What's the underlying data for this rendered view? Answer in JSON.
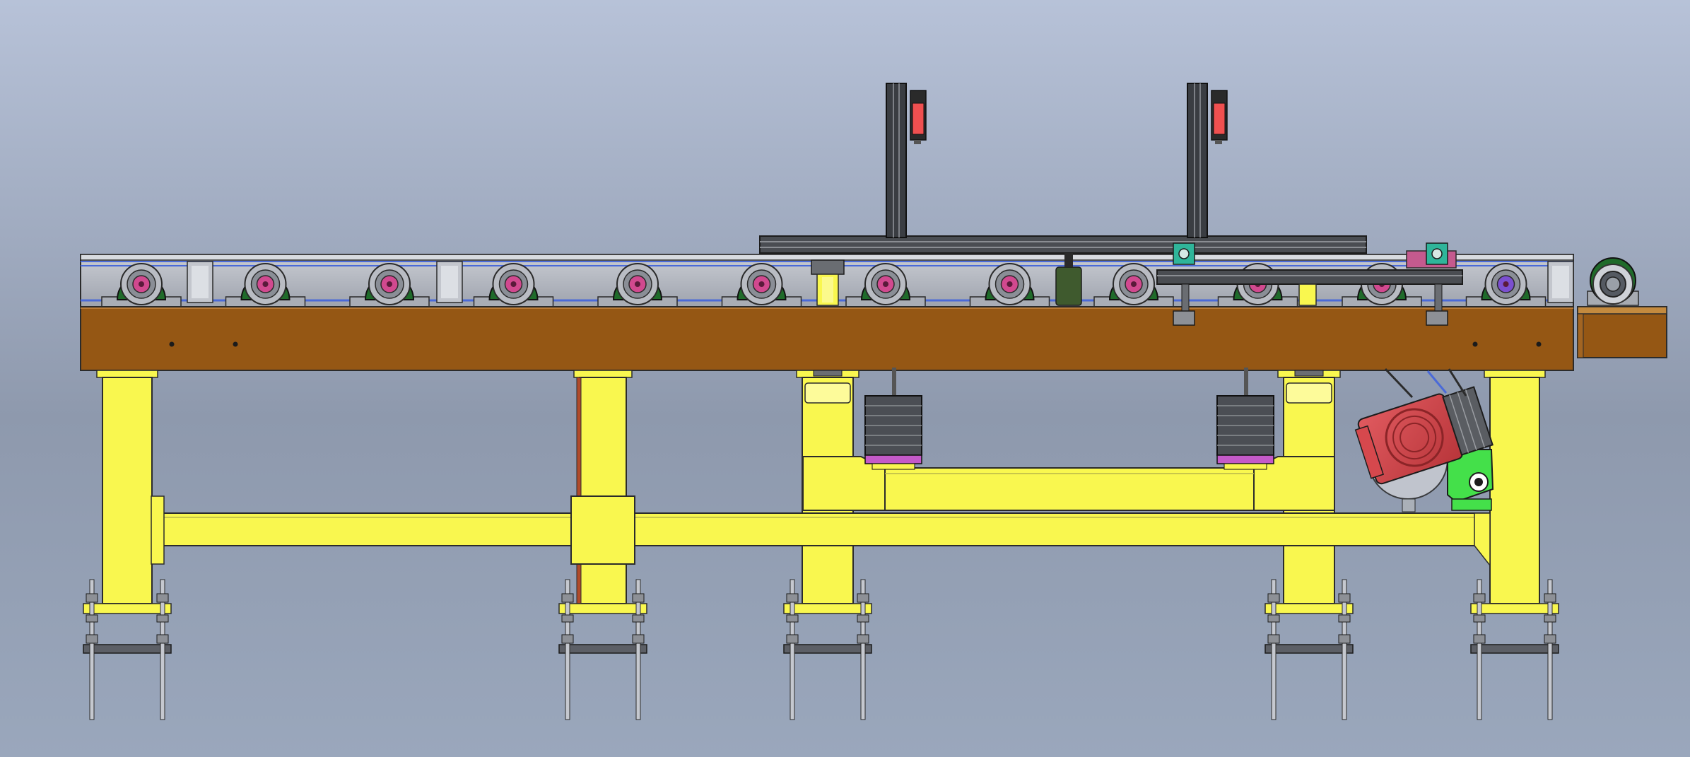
{
  "scene": {
    "kind": "cad-side-view",
    "subject": "roller conveyor",
    "roller_count": 12,
    "leg_assemblies": 5,
    "motor_count": 3,
    "sensor_count": 2,
    "colors": {
      "background_top": "#b7c2d8",
      "background_bottom": "#9aa7bc",
      "frame_beam": "#955714",
      "support_structure": "#f9f74f",
      "roller_hub": "#d1498f",
      "roller_ring": "#1f6b2a",
      "motor_body": "#d6484d",
      "sensor": "#f05050",
      "profile_dark": "#3a3d42",
      "gearbox": "#44e04a"
    }
  }
}
